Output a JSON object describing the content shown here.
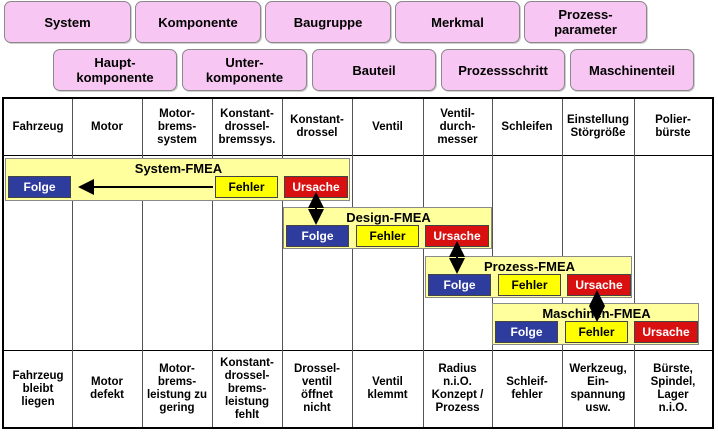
{
  "top_labels": [
    "System",
    "Komponente",
    "Baugruppe",
    "Merkmal",
    "Prozess-\nparameter"
  ],
  "second_labels": [
    "Haupt-\nkomponente",
    "Unter-\nkomponente",
    "Bauteil",
    "Prozessschritt",
    "Maschinenteil"
  ],
  "header_cells": [
    "Fahrzeug",
    "Motor",
    "Motor-\nbrems-\nsystem",
    "Konstant-\ndrossel-\nbremssys.",
    "Konstant-\ndrossel",
    "Ventil",
    "Ventil-\ndurch-\nmesser",
    "Schleifen",
    "Einstellung\nStörgröße",
    "Polier-\nbürste"
  ],
  "bottom_cells": [
    "Fahrzeug\nbleibt\nliegen",
    "Motor\ndefekt",
    "Motor-\nbrems-\nleistung zu\ngering",
    "Konstant-\ndrossel-\nbrems-\nleistung\nfehlt",
    "Drossel-\nventil\nöffnet\nnicht",
    "Ventil\nklemmt",
    "Radius\nn.i.O.\nKonzept /\nProzess",
    "Schleif-\nfehler",
    "Werkzeug,\nEin-\nspannung\nusw.",
    "Bürste,\nSpindel,\nLager\nn.i.O."
  ],
  "fmea": [
    {
      "title": "System-FMEA",
      "folge": "Folge",
      "fehler": "Fehler",
      "ursache": "Ursache"
    },
    {
      "title": "Design-FMEA",
      "folge": "Folge",
      "fehler": "Fehler",
      "ursache": "Ursache"
    },
    {
      "title": "Prozess-FMEA",
      "folge": "Folge",
      "fehler": "Fehler",
      "ursache": "Ursache"
    },
    {
      "title": "Maschinen-FMEA",
      "folge": "Folge",
      "fehler": "Fehler",
      "ursache": "Ursache"
    }
  ],
  "colors": {
    "pill": "#f7c6f2",
    "fmea_box": "#ffff9e",
    "folge": "#2e3c9e",
    "fehler": "#ffff00",
    "ursache": "#d81010"
  }
}
